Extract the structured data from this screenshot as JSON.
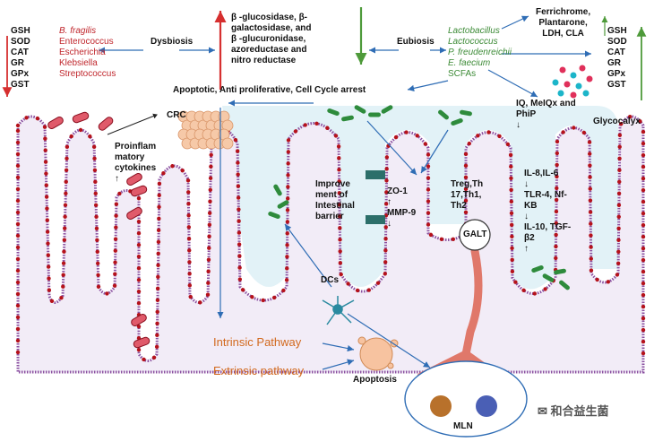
{
  "colors": {
    "lumen": "#dff1f6",
    "epithelium": "#d9c8e8",
    "nucleus": "#b5121b",
    "villi_border": "#8a4fa0",
    "arrow_blue": "#2f6db5",
    "arrow_red": "#d62f2f",
    "arrow_green": "#4e9a3a",
    "bacteria_green": "#2e8b3c",
    "bacteria_red": "#e05a6a",
    "galt": "#e0786a",
    "text_red": "#c0272d",
    "text_green": "#3d8b37",
    "text_orange": "#d2691e"
  },
  "left_markers": [
    "GSH",
    "SOD",
    "CAT",
    "GR",
    "GPx",
    "GST"
  ],
  "right_markers": [
    "GSH",
    "SOD",
    "CAT",
    "GR",
    "GPx",
    "GST"
  ],
  "dysbiosis_bacteria": [
    "B. fragilis",
    "Enterococcus",
    "Escherichia",
    "Klebsiella",
    "Streptococcus"
  ],
  "dysbiosis_label": "Dysbiosis",
  "enzymes_text": [
    "β -glucosidase, β-",
    "galactosidase, and",
    "β -glucuronidase,",
    "azoreductase and",
    "nitro reductase"
  ],
  "eubiosis_label": "Eubiosis",
  "eubiosis_bacteria": [
    "Lactobacillus",
    "Lactococcus",
    "P. freudenreichii",
    "E. faecium",
    "SCFAs"
  ],
  "metabolites": [
    "Ferrichrome,",
    "Plantarone,",
    "LDH, CLA"
  ],
  "apoptotic_text": "Apoptotic, Anti proliferative, Cell Cycle arrest",
  "iq_text": [
    "IQ, MeIQx and",
    "PhiP"
  ],
  "glycocalyx": "Glycocalyx",
  "crc": "CRC",
  "proinflam": [
    "Proinflam",
    "matory",
    "cytokines"
  ],
  "barrier": [
    "Improve",
    "ment of",
    "Intestinal",
    "barrier"
  ],
  "zo1": [
    "ZO-1",
    "MMP-9"
  ],
  "tcells": [
    "Treg,Th",
    "17,Th1,",
    "Th2"
  ],
  "galt": "GALT",
  "cytokines_right": [
    "IL-8,IL-6",
    "TLR-4, Nf-",
    "KB",
    "IL-10, TGF-",
    "β2"
  ],
  "dcs": "DCs",
  "intrinsic": "Intrinsic Pathway",
  "extrinsic": "Extrinsic pathway",
  "apoptosis": "Apoptosis",
  "mln": "MLN",
  "watermark": "和合益生菌",
  "up_arrow": "↑",
  "down_arrow": "↓"
}
